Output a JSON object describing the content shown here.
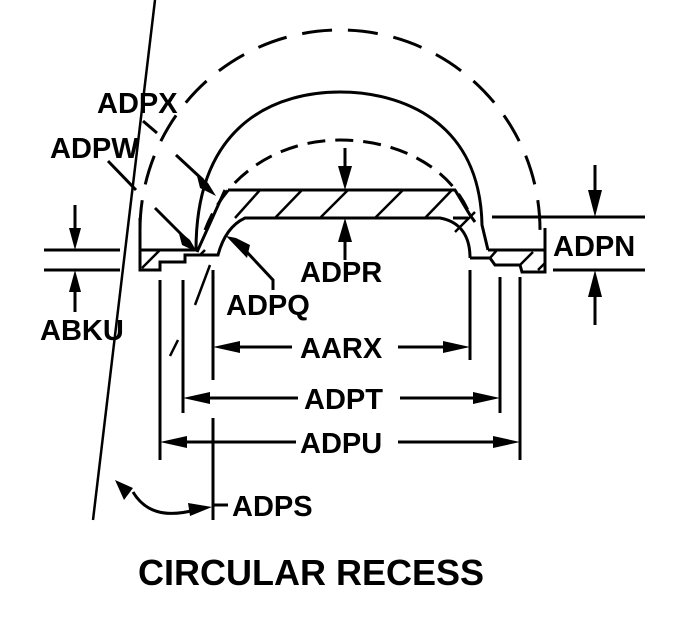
{
  "title": "CIRCULAR RECESS",
  "labels": {
    "adpx": "ADPX",
    "adpw": "ADPW",
    "abku": "ABKU",
    "adpq": "ADPQ",
    "adpr": "ADPR",
    "adpn": "ADPN",
    "aarx": "AARX",
    "adpt": "ADPT",
    "adpu": "ADPU",
    "adps": "ADPS"
  },
  "colors": {
    "ink": "#000000",
    "background": "#ffffff"
  }
}
